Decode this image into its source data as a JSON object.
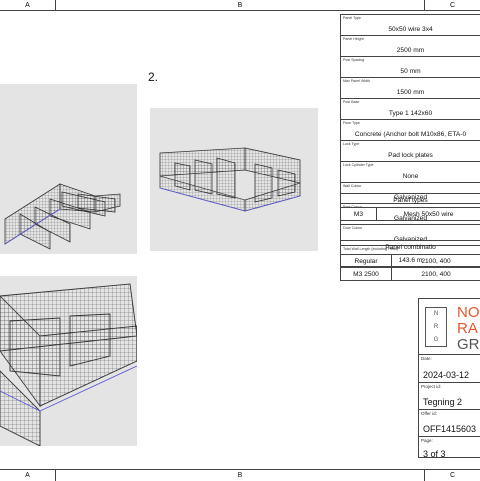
{
  "columns": [
    "A",
    "B",
    "C"
  ],
  "views": [
    {
      "label": ""
    },
    {
      "label": "2."
    },
    {
      "label": ""
    }
  ],
  "specs": [
    {
      "label": "Panel Type",
      "value": "50x50 wire 3x4"
    },
    {
      "label": "Panel Height",
      "value": "2500 mm"
    },
    {
      "label": "Post Spacing",
      "value": "50 mm"
    },
    {
      "label": "Max Panel Width",
      "value": "1500 mm"
    },
    {
      "label": "Post Base",
      "value": "Type 1 142x60"
    },
    {
      "label": "Floor Type",
      "value": "Concrete (Anchor bolt M10x86, ETA-0"
    },
    {
      "label": "Lock Type",
      "value": "Pad lock plates"
    },
    {
      "label": "Lock Cylinder Type",
      "value": "None"
    },
    {
      "label": "Wall Colour",
      "value": "Galvanized"
    },
    {
      "label": "Post Colour",
      "value": "Galvanized"
    },
    {
      "label": "Door Colour",
      "value": "Galvanized"
    },
    {
      "label": "Total Wall Length (including Posts)",
      "value": "143.6 m"
    }
  ],
  "panel_types": {
    "header": "Panel types",
    "rows": [
      {
        "code": "M3",
        "desc": "Mesh 50x50 wire"
      }
    ]
  },
  "panel_combinations": {
    "header": "Panel combinatio",
    "rows": [
      {
        "name": "Regular",
        "values": "2100, 400"
      },
      {
        "name": "M3 2500",
        "values": "2100, 400"
      }
    ]
  },
  "logo": {
    "mark": [
      "N",
      "R",
      "G"
    ],
    "words": [
      "NO",
      "RA",
      "GR"
    ],
    "colors": {
      "accent": "#e4572e",
      "dark": "#555555"
    }
  },
  "title_block": {
    "date_label": "Date:",
    "date": "2024-03-12",
    "project_label": "Project id:",
    "project": "Tegning 2",
    "offer_label": "Offer id:",
    "offer": "OFF1415603",
    "page_label": "Page:",
    "page": "3 of 3"
  }
}
